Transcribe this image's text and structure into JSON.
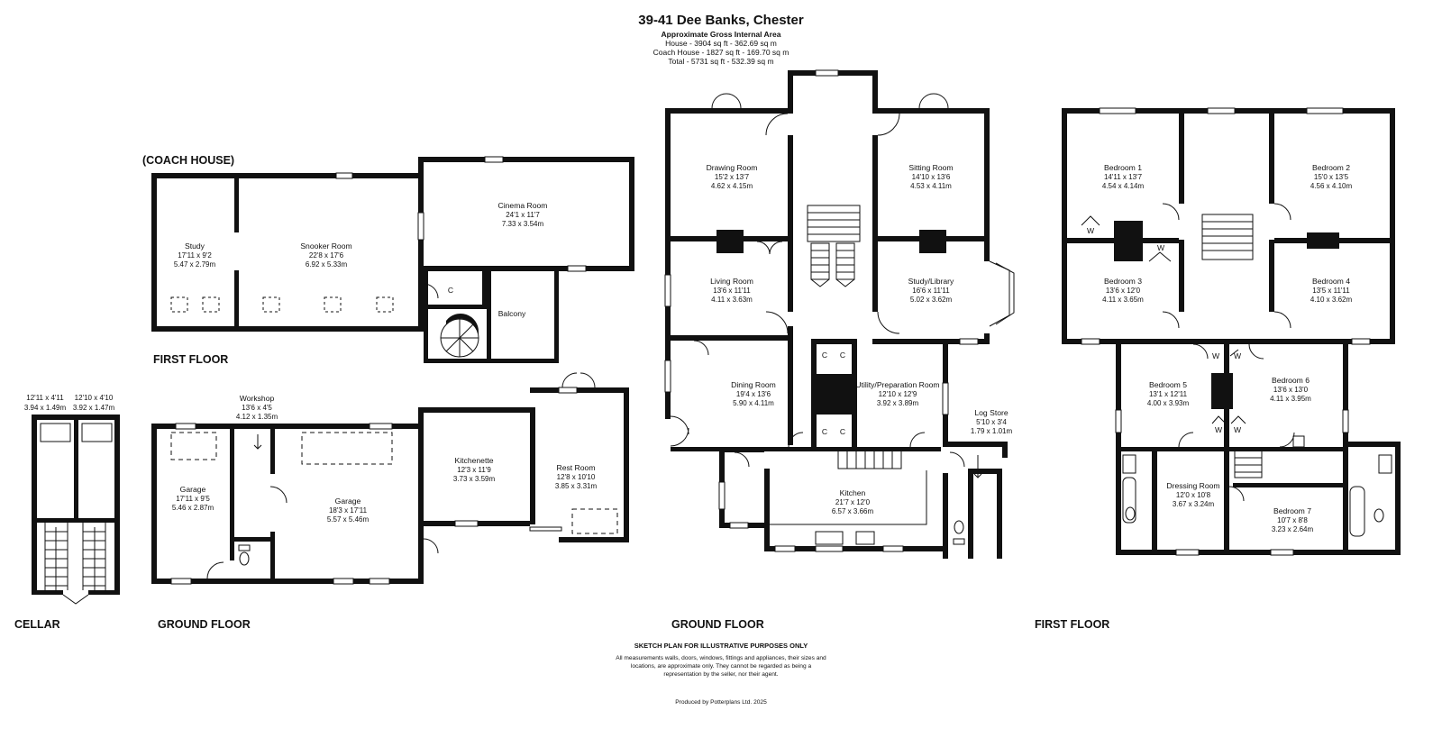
{
  "header": {
    "title": "39-41 Dee Banks, Chester",
    "area_heading": "Approximate Gross Internal Area",
    "area_lines": [
      "House - 3904 sq ft - 362.69 sq m",
      "Coach House - 1827 sq ft - 169.70 sq m",
      "Total - 5731 sq ft - 532.39 sq m"
    ]
  },
  "floors": {
    "coach_house": "(COACH HOUSE)",
    "coach_first": "FIRST FLOOR",
    "cellar": "CELLAR",
    "coach_ground": "GROUND FLOOR",
    "house_ground": "GROUND FLOOR",
    "house_first": "FIRST FLOOR"
  },
  "rooms": {
    "study": {
      "name": "Study",
      "dim1": "17'11 x 9'2",
      "dim2": "5.47 x 2.79m"
    },
    "snooker": {
      "name": "Snooker Room",
      "dim1": "22'8 x 17'6",
      "dim2": "6.92 x 5.33m"
    },
    "cinema": {
      "name": "Cinema Room",
      "dim1": "24'1 x 11'7",
      "dim2": "7.33 x 3.54m"
    },
    "balcony": {
      "name": "Balcony"
    },
    "cellar_left": {
      "dim1": "12'11 x 4'11",
      "dim2": "3.94 x 1.49m"
    },
    "cellar_right": {
      "dim1": "12'10 x 4'10",
      "dim2": "3.92 x 1.47m"
    },
    "workshop": {
      "name": "Workshop",
      "dim1": "13'6 x 4'5",
      "dim2": "4.12 x 1.35m"
    },
    "garage1": {
      "name": "Garage",
      "dim1": "17'11 x 9'5",
      "dim2": "5.46 x 2.87m"
    },
    "garage2": {
      "name": "Garage",
      "dim1": "18'3 x 17'11",
      "dim2": "5.57 x 5.46m"
    },
    "kitchenette": {
      "name": "Kitchenette",
      "dim1": "12'3 x 11'9",
      "dim2": "3.73 x 3.59m"
    },
    "rest": {
      "name": "Rest Room",
      "dim1": "12'8 x 10'10",
      "dim2": "3.85 x 3.31m"
    },
    "drawing": {
      "name": "Drawing Room",
      "dim1": "15'2 x 13'7",
      "dim2": "4.62 x 4.15m"
    },
    "sitting": {
      "name": "Sitting Room",
      "dim1": "14'10 x 13'6",
      "dim2": "4.53 x 4.11m"
    },
    "living": {
      "name": "Living Room",
      "dim1": "13'6 x 11'11",
      "dim2": "4.11 x 3.63m"
    },
    "library": {
      "name": "Study/Library",
      "dim1": "16'6 x 11'11",
      "dim2": "5.02 x 3.62m"
    },
    "dining": {
      "name": "Dining Room",
      "dim1": "19'4 x 13'6",
      "dim2": "5.90 x 4.11m"
    },
    "utility": {
      "name": "Utility/Preparation Room",
      "dim1": "12'10 x 12'9",
      "dim2": "3.92 x 3.89m"
    },
    "logstore": {
      "name": "Log Store",
      "dim1": "5'10 x 3'4",
      "dim2": "1.79 x 1.01m"
    },
    "kitchen": {
      "name": "Kitchen",
      "dim1": "21'7 x 12'0",
      "dim2": "6.57 x 3.66m"
    },
    "bed1": {
      "name": "Bedroom 1",
      "dim1": "14'11 x 13'7",
      "dim2": "4.54 x 4.14m"
    },
    "bed2": {
      "name": "Bedroom 2",
      "dim1": "15'0 x 13'5",
      "dim2": "4.56 x 4.10m"
    },
    "bed3": {
      "name": "Bedroom 3",
      "dim1": "13'6 x 12'0",
      "dim2": "4.11 x 3.65m"
    },
    "bed4": {
      "name": "Bedroom 4",
      "dim1": "13'5 x 11'11",
      "dim2": "4.10 x 3.62m"
    },
    "bed5": {
      "name": "Bedroom 5",
      "dim1": "13'1 x 12'11",
      "dim2": "4.00 x 3.93m"
    },
    "bed6": {
      "name": "Bedroom 6",
      "dim1": "13'6 x 13'0",
      "dim2": "4.11 x 3.95m"
    },
    "dressing": {
      "name": "Dressing Room",
      "dim1": "12'0 x 10'8",
      "dim2": "3.67 x 3.24m"
    },
    "bed7": {
      "name": "Bedroom 7",
      "dim1": "10'7 x 8'8",
      "dim2": "3.23 x 2.64m"
    }
  },
  "markers": {
    "cupboard": "C",
    "wardrobe": "W"
  },
  "footer": {
    "sketch": "SKETCH PLAN FOR ILLUSTRATIVE PURPOSES ONLY",
    "disclaimer": "All measurements walls, doors, windows, fittings and appliances, their sizes and locations, are approximate only. They cannot be regarded as being a representation by the seller, nor their agent.",
    "produced": "Produced by Potterplans Ltd. 2025"
  }
}
